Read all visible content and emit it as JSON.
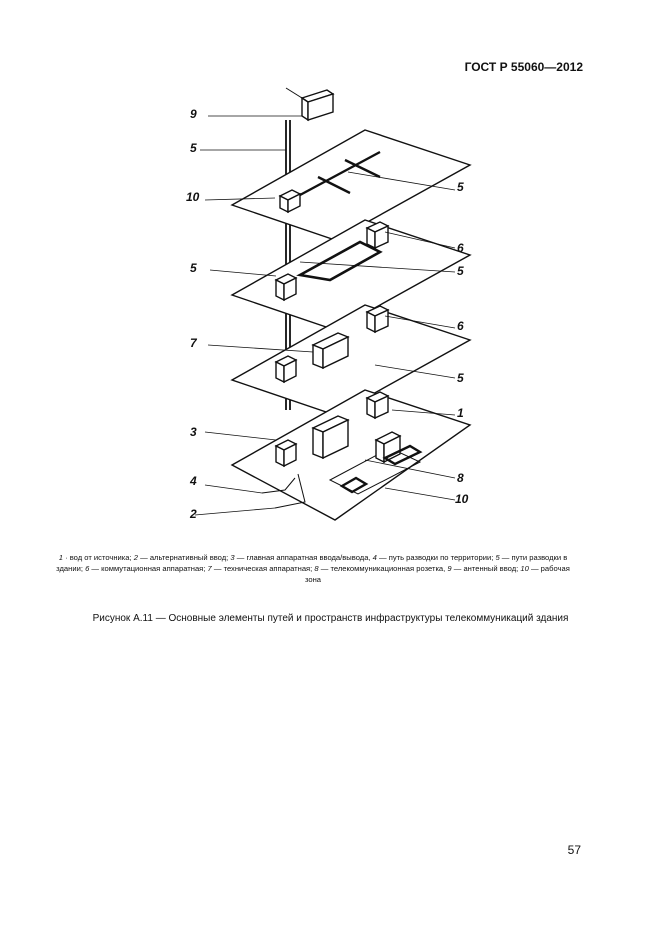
{
  "header": {
    "standard": "ГОСТ Р 55060—2012"
  },
  "figure": {
    "labels": {
      "l9": "9",
      "l5a": "5",
      "l10a": "10",
      "l5b": "5",
      "l6a": "6",
      "l5c": "5",
      "l5d": "5",
      "l6b": "6",
      "l7": "7",
      "l5e": "5",
      "l1": "1",
      "l3": "3",
      "l8": "8",
      "l4": "4",
      "l10b": "10",
      "l2": "2"
    }
  },
  "legend": [
    {
      "num": "1",
      "text": "вод от источника;"
    },
    {
      "num": "2",
      "text": "альтернативный ввод;"
    },
    {
      "num": "3",
      "text": "главная аппаратная ввода/вывода,"
    },
    {
      "num": "4",
      "text": "путь разводки по территории;"
    },
    {
      "num": "5",
      "text": "пути разводки в здании;"
    },
    {
      "num": "6",
      "text": "коммутационная аппаратная;"
    },
    {
      "num": "7",
      "text": "техническая аппаратная;"
    },
    {
      "num": "8",
      "text": "телекоммуникационная розетка,"
    },
    {
      "num": "9",
      "text": "антенный ввод;"
    },
    {
      "num": "10",
      "text": "рабочая зона"
    }
  ],
  "caption": "Рисунок А.11 — Основные элементы путей и пространств инфраструктуры телекоммуникаций здания",
  "page_number": "57"
}
